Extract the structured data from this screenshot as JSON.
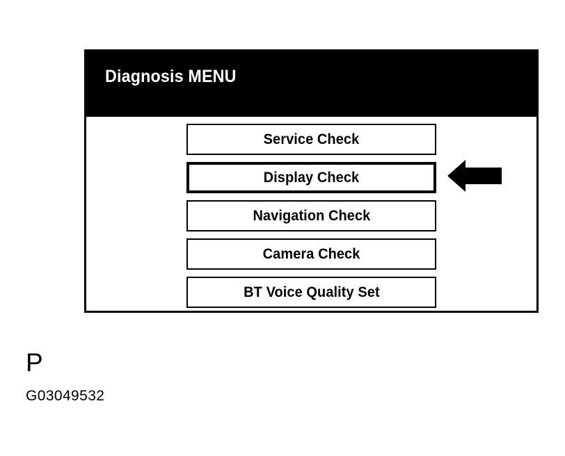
{
  "panel": {
    "header": {
      "title": "Diagnosis MENU",
      "background_color": "#000000",
      "text_color": "#ffffff"
    },
    "background_color": "#ffffff",
    "border_color": "#000000",
    "menu_items": [
      {
        "label": "Service Check",
        "selected": false
      },
      {
        "label": "Display Check",
        "selected": true
      },
      {
        "label": "Navigation Check",
        "selected": false
      },
      {
        "label": "Camera Check",
        "selected": false
      },
      {
        "label": "BT Voice Quality Set",
        "selected": false
      }
    ]
  },
  "callout": {
    "icon": "arrow-left-icon",
    "points_to": "Display Check",
    "color": "#000000"
  },
  "caption": {
    "marker": "P",
    "figure_id": "G03049532"
  }
}
